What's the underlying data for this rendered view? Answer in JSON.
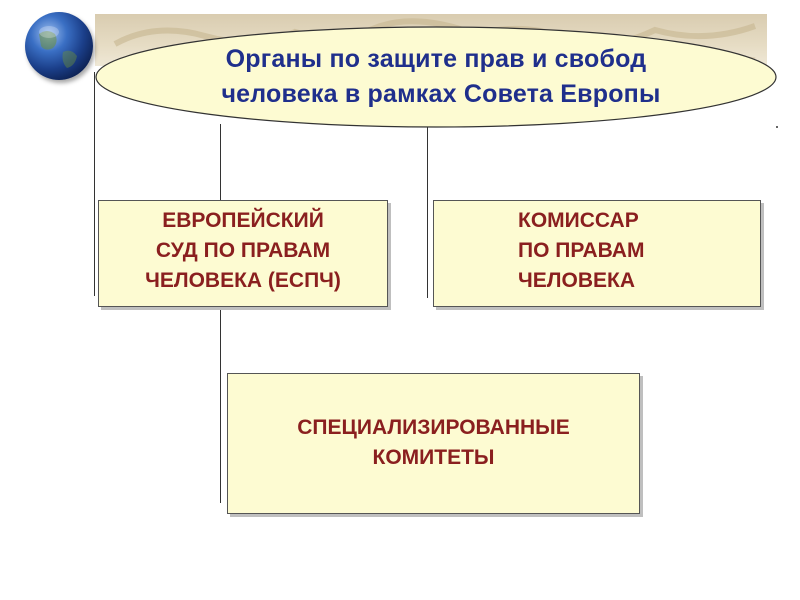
{
  "title": {
    "line1": "Органы по защите прав и свобод",
    "line2": "человека в рамках Совета Европы"
  },
  "boxes": {
    "court": {
      "line1": "ЕВРОПЕЙСКИЙ",
      "line2": "СУД ПО ПРАВАМ",
      "line3": "ЧЕЛОВЕКА (ЕСПЧ)"
    },
    "commissioner": {
      "line1": "КОМИССАР",
      "line2": "ПО ПРАВАМ",
      "line3": "ЧЕЛОВЕКА"
    },
    "committees": {
      "line1": "СПЕЦИАЛИЗИРОВАННЫЕ",
      "line2": "КОМИТЕТЫ"
    }
  },
  "colors": {
    "title_text": "#1f2f8c",
    "box_text": "#8a1f1f",
    "box_fill": "#fdfbd2",
    "ellipse_fill": "#fdfbd2"
  },
  "icons": [
    "globe-icon"
  ]
}
